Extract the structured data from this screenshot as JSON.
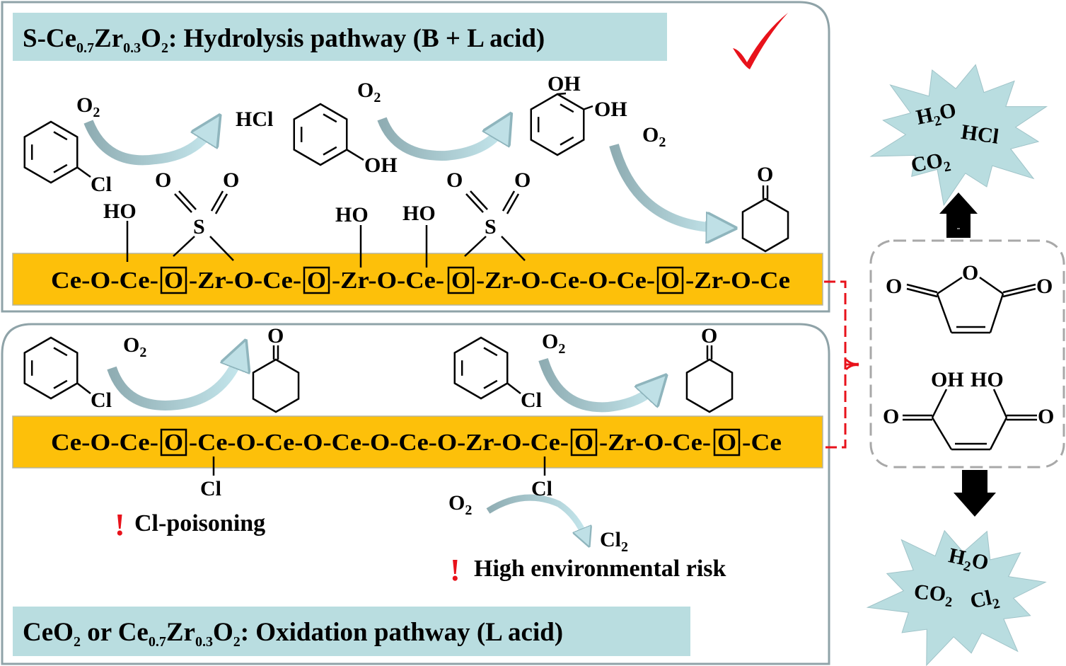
{
  "colors": {
    "panel_border": "#8fa3a8",
    "title_bg": "#b9dde0",
    "bar": "#fdc00a",
    "arrow": "#9cc7cf",
    "red": "#e8121b",
    "burst": "#b9dde0",
    "dash": "#a8a8a8"
  },
  "top": {
    "title": [
      "S-Ce",
      "0.7",
      "Zr",
      "0.3",
      "O",
      "2",
      ": Hydrolysis pathway (B + L acid)"
    ],
    "o2": [
      "O",
      "2"
    ],
    "hcl": "HCl",
    "cl": "Cl",
    "oh": "OH",
    "ho": "HO",
    "s": "S",
    "o": "O",
    "chain": [
      "Ce-O-Ce-",
      "O",
      "-Zr-O-Ce-",
      "O",
      "-Zr-O-Ce-",
      "O",
      "-Zr-O-Ce-O-Ce-",
      "O",
      "-Zr-O-Ce"
    ],
    "check_icon": "checkmark-icon"
  },
  "bottom": {
    "title": [
      "CeO",
      "2",
      " or Ce",
      "0.7",
      "Zr",
      "0.3",
      "O",
      "2",
      ": Oxidation pathway (L acid)"
    ],
    "o2": [
      "O",
      "2"
    ],
    "cl": "Cl",
    "o": "O",
    "cl2": [
      "Cl",
      "2"
    ],
    "chain": [
      "Ce-O-Ce-",
      "O",
      "-Ce-O-Ce-O-Ce-O-Ce-O-Zr-O-Ce-",
      "O",
      "-Zr-O-Ce-",
      "O",
      "-Ce"
    ],
    "bang": "!",
    "poison": "Cl-poisoning",
    "risk": "High environmental risk"
  },
  "right": {
    "burst_top": {
      "h2o": [
        "H",
        "2",
        "O"
      ],
      "hcl": "HCl",
      "co2": [
        "CO",
        "2"
      ]
    },
    "burst_bottom": {
      "h2o": [
        "H",
        "2",
        "O"
      ],
      "co2": [
        "CO",
        "2"
      ],
      "cl2": [
        "Cl",
        "2"
      ]
    },
    "o": "O",
    "oh": "OH",
    "ho": "HO"
  }
}
